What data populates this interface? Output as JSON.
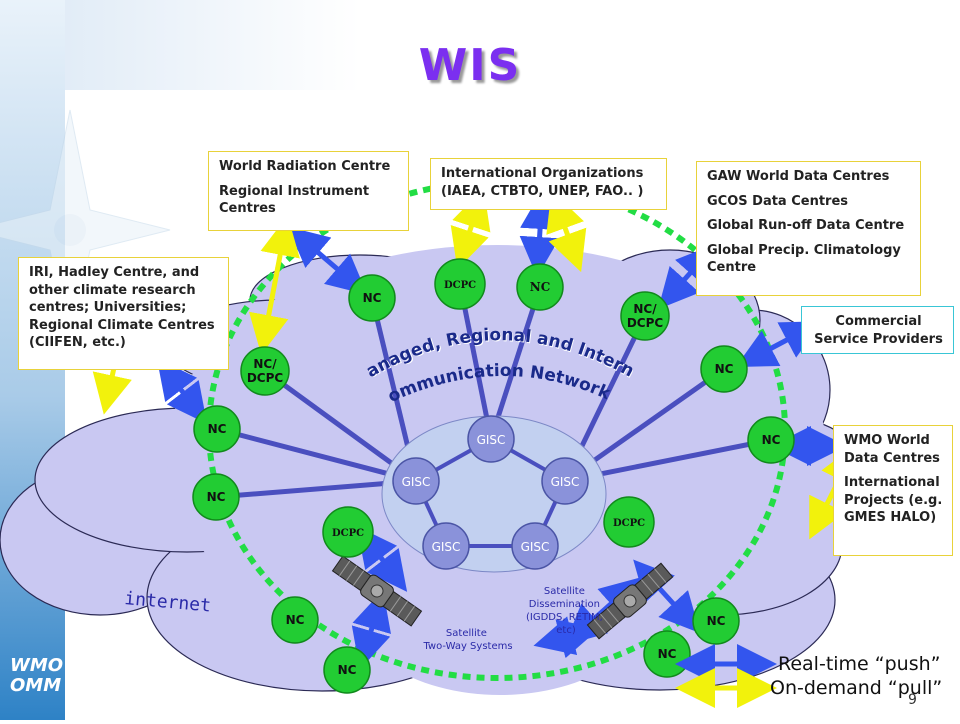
{
  "title": "WIS",
  "network_label": "Managed, Regional and Internet Communication Networks",
  "network_label_line1": "Managed, Regional and Internet",
  "network_label_line2": "Communication Networks",
  "internet_label": "internet",
  "nodes": {
    "gisc": "GISC",
    "nc": "NC",
    "dcpc": "DCPC",
    "nc_dcpc_1": "NC/",
    "nc_dcpc_2": "DCPC"
  },
  "boxes": {
    "radiation": [
      "World Radiation Centre",
      "Regional Instrument Centres"
    ],
    "international": [
      "International Organizations (IAEA, CTBTO, UNEP, FAO.. )"
    ],
    "gaw": [
      "GAW World Data Centres",
      "GCOS Data Centres",
      "Global Run-off Data Centre",
      "Global Precip. Climatology Centre"
    ],
    "iri": [
      "IRI, Hadley Centre, and other climate research centres; Universities; Regional Climate Centres (CIIFEN, etc.)"
    ],
    "commercial": [
      "Commercial Service Providers"
    ],
    "wmo_world": [
      "WMO World Data Centres",
      "International Projects (e.g. GMES HALO)"
    ]
  },
  "satellite_two_way": [
    "Satellite",
    "Two-Way Systems"
  ],
  "satellite_dissemination": [
    "Satellite",
    "Dissemination",
    "(IGDDS, RETIM,",
    "etc)"
  ],
  "legend": {
    "push": "Real-time “push”",
    "pull": "On-demand “pull”",
    "push_color": "#3355ee",
    "pull_color": "#f4f40a"
  },
  "logo": [
    "WMO",
    "OMM"
  ],
  "page_number": "9",
  "colors": {
    "cloud": "#c9c8f2",
    "cloud_stroke": "#2b2a55",
    "node_green": "#22cc33",
    "gisc": "#8a92da",
    "link": "#4a4fbf",
    "ring": "#22dd44",
    "sidebar": "#2e82c6"
  }
}
